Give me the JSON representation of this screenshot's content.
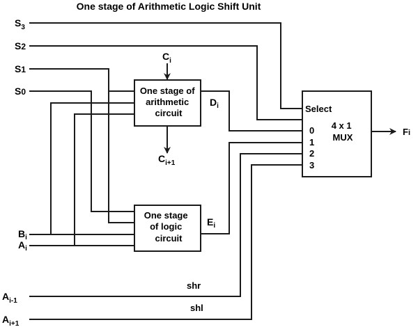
{
  "title": "One stage of Arithmetic Logic Shift Unit",
  "inputs": {
    "s3": {
      "main": "S",
      "sub": "3"
    },
    "s2": {
      "main": "S",
      "sub": "2"
    },
    "s1": {
      "main": "S",
      "sub": "1"
    },
    "s0": {
      "main": "S",
      "sub": "0"
    },
    "bi": {
      "main": "B",
      "sub": "i"
    },
    "ai": {
      "main": "A",
      "sub": "i"
    },
    "ai_minus_1": {
      "main": "A",
      "sub": "i-1"
    },
    "ai_plus_1": {
      "main": "A",
      "sub": "i+1"
    }
  },
  "carry_in": {
    "main": "C",
    "sub": "i"
  },
  "carry_out": {
    "main": "C",
    "sub": "i+1"
  },
  "arithmetic_block": {
    "lines": [
      "One stage of",
      "arithmetic",
      "circuit"
    ]
  },
  "logic_block": {
    "lines": [
      "One stage",
      "of logic",
      "circuit"
    ]
  },
  "d_output": {
    "main": "D",
    "sub": "i"
  },
  "e_output": {
    "main": "E",
    "sub": "i"
  },
  "mux": {
    "select_label": "Select",
    "title_lines": [
      "4 x 1",
      "MUX"
    ],
    "input_labels": [
      "0",
      "1",
      "2",
      "3"
    ]
  },
  "output": {
    "main": "F",
    "sub": "i"
  },
  "shift_labels": {
    "shr": "shr",
    "shl": "shl"
  }
}
